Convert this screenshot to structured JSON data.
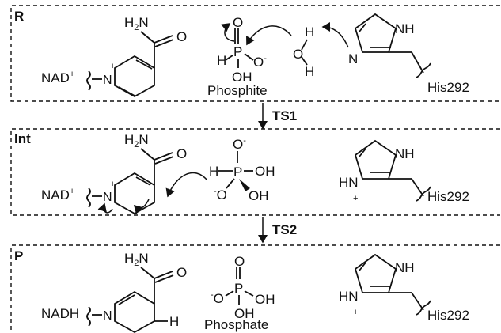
{
  "steps": [
    {
      "tag": "R"
    },
    {
      "tag": "Int"
    },
    {
      "tag": "P"
    }
  ],
  "transitions": [
    "TS1",
    "TS2"
  ],
  "labels": {
    "nad_plus": "NAD",
    "nad_plus_charge": "+",
    "nadh": "NADH",
    "h2n": "H",
    "h2n_sub": "2",
    "h2n_n": "N",
    "o": "O",
    "n": "N",
    "n_plus": "+",
    "h": "H",
    "p": "P",
    "oh": "OH",
    "o_minus": "O",
    "minus": "-",
    "phosphite": "Phosphite",
    "phosphate": "Phosphate",
    "nh": "NH",
    "hn": "HN",
    "his": "His292"
  }
}
